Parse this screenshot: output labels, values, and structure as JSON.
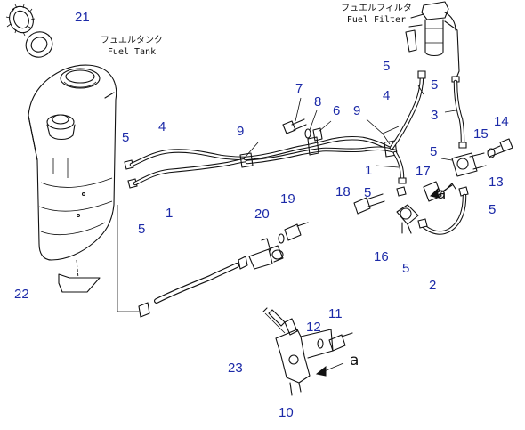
{
  "captions": {
    "fuel_tank_jp": "フュエルタンク",
    "fuel_tank_en": "Fuel Tank",
    "fuel_filter_jp": "フュエルフィルタ",
    "fuel_filter_en": "Fuel Filter"
  },
  "callouts": [
    "21",
    "5",
    "7",
    "8",
    "6",
    "9",
    "4",
    "5",
    "4",
    "9",
    "5",
    "3",
    "14",
    "15",
    "5",
    "13",
    "1",
    "17",
    "18",
    "5",
    "5",
    "19",
    "20",
    "1",
    "5",
    "16",
    "5",
    "2",
    "22",
    "11",
    "12",
    "23",
    "10"
  ],
  "reference_marks": {
    "a_upper": "a",
    "a_lower": "a"
  },
  "colors": {
    "callout": "#1c2aa8",
    "line": "#111111"
  }
}
